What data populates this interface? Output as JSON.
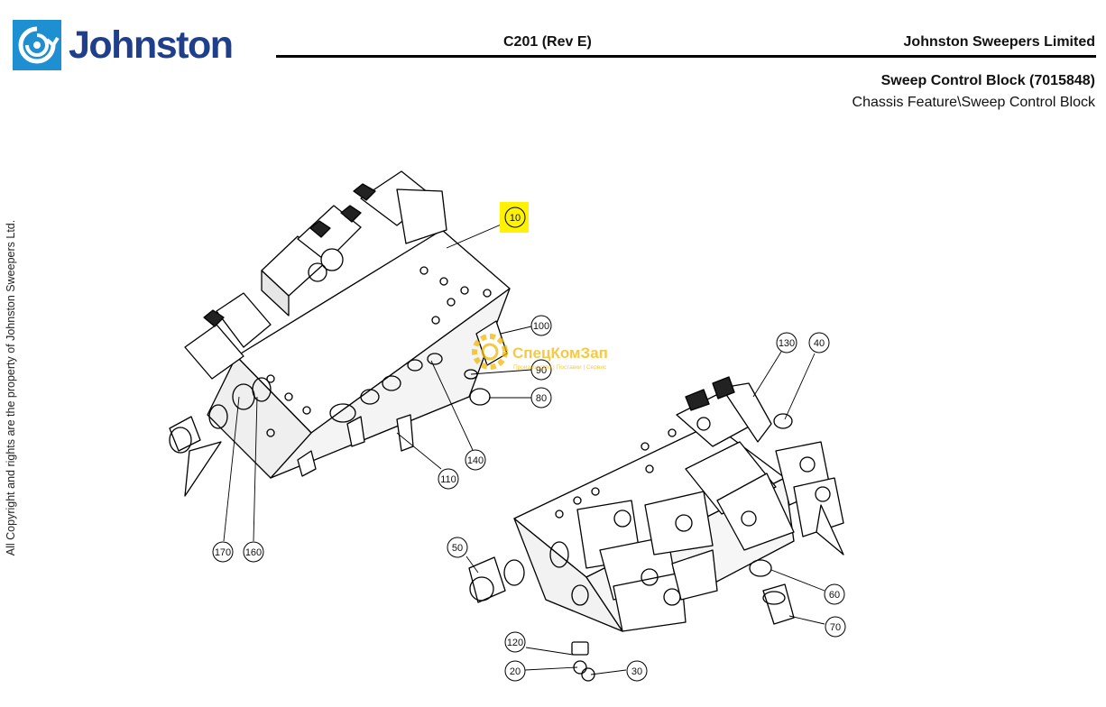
{
  "header": {
    "logo_text": "Johnston",
    "document_ref": "C201 (Rev E)",
    "company": "Johnston Sweepers Limited"
  },
  "page": {
    "title": "Sweep Control Block (7015848)",
    "breadcrumb": "Chassis Feature\\Sweep Control Block"
  },
  "side_note": "All Copyright and rights are the property of Johnston Sweepers Ltd.",
  "callouts": [
    "10",
    "100",
    "90",
    "80",
    "140",
    "110",
    "170",
    "160",
    "130",
    "40",
    "50",
    "60",
    "70",
    "120",
    "20",
    "30"
  ],
  "highlighted_callout": "10",
  "highlight_color": "#fff200",
  "brand_color": "#1f3e8c",
  "watermark": {
    "name": "СпецКомЗап",
    "tagline": "Производство | Поставки | Сервис",
    "color": "#f2b705"
  }
}
